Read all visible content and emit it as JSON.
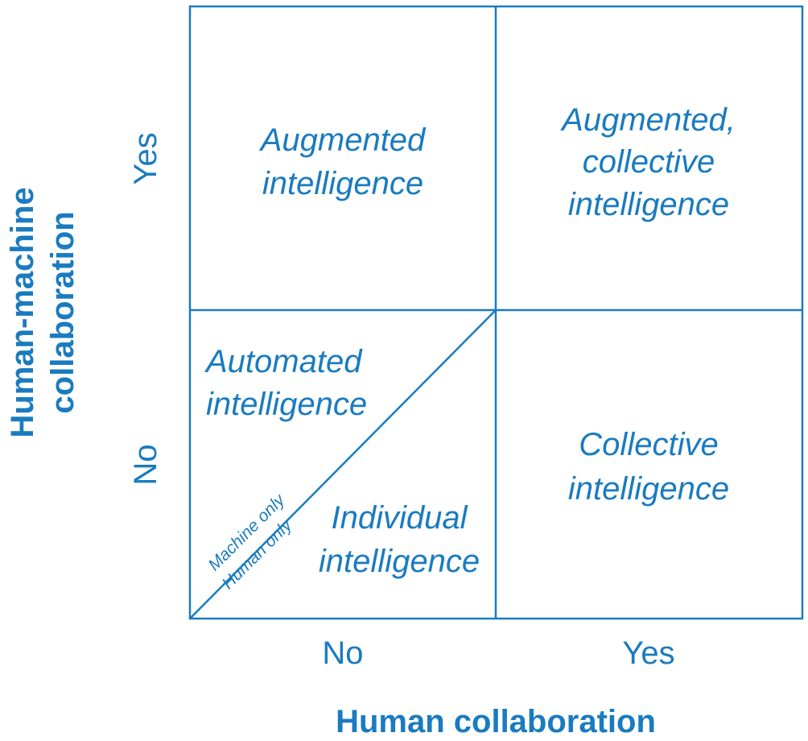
{
  "colors": {
    "accent": "#1a7bbf",
    "background": "#ffffff"
  },
  "axes": {
    "x_title": "Human collaboration",
    "y_title_line1": "Human-machine",
    "y_title_line2": "collaboration",
    "x_ticks": [
      "No",
      "Yes"
    ],
    "y_ticks": [
      "Yes",
      "No"
    ]
  },
  "cells": {
    "top_left": {
      "lines": [
        "Augmented",
        "intelligence"
      ]
    },
    "top_right": {
      "lines": [
        "Augmented,",
        "collective",
        "intelligence"
      ]
    },
    "bottom_left_upper": {
      "lines": [
        "Automated",
        "intelligence"
      ]
    },
    "bottom_left_lower": {
      "lines": [
        "Individual",
        "intelligence"
      ]
    },
    "bottom_right": {
      "lines": [
        "Collective",
        "intelligence"
      ]
    }
  },
  "diagonal_labels": {
    "upper": "Machine only",
    "lower": "Human only"
  }
}
